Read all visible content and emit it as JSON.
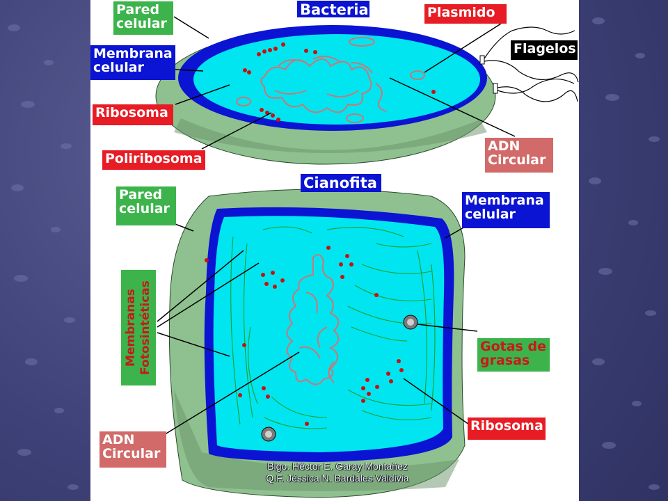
{
  "theme": {
    "slide_bg": "#3c3f72",
    "cell_wall": "#8fc08f",
    "membrane": "#0a14d2",
    "cytoplasm": "#00e5f0",
    "ribosome": "#c81010",
    "dna": "#c87878",
    "label_green": "#3cb44b",
    "label_blue": "#0a14d2",
    "label_red": "#e81c24"
  },
  "bacteria": {
    "title": "Bacteria",
    "labels": {
      "pared": [
        "Pared",
        "celular"
      ],
      "membrana": [
        "Membrana",
        "celular"
      ],
      "ribosoma": "Ribosoma",
      "poliribosoma": "Poliribosoma",
      "plasmido": "Plasmido",
      "flagelos": "Flagelos",
      "adn": [
        "ADN",
        "Circular"
      ]
    }
  },
  "cianofita": {
    "title": "Cianofita",
    "labels": {
      "pared": [
        "Pared",
        "celular"
      ],
      "membrana": [
        "Membrana",
        "celular"
      ],
      "membranas_foto": [
        "Membranas",
        "Fotosintéticas"
      ],
      "gotas": [
        "Gotas de",
        "grasas"
      ],
      "ribosoma": "Ribosoma",
      "adn": [
        "ADN",
        "Circular"
      ]
    }
  },
  "credits": [
    "Blgo. Héctor E. Garay Montañez",
    "Q.F. Jéssica N. Bardales Valdivia"
  ]
}
